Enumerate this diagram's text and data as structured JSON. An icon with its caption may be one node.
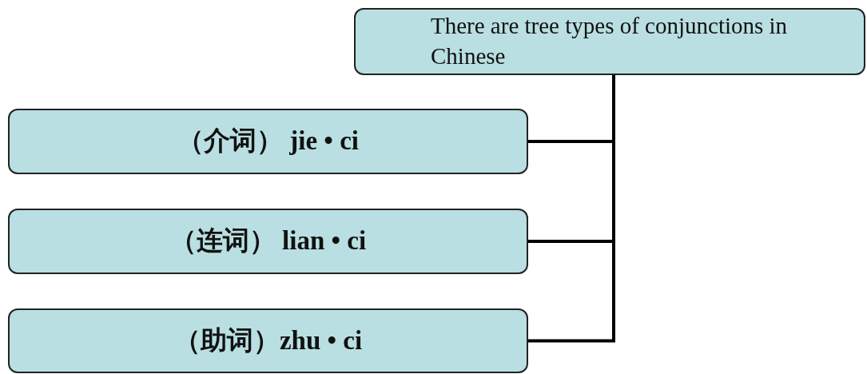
{
  "diagram": {
    "nodes": [
      {
        "text": [
          "There are tree types of conjunctions in Chinese"
        ]
      },
      {
        "text": [
          "（介词） jie • ci"
        ]
      },
      {
        "text": [
          "（连词） lian • ci"
        ]
      },
      {
        "text": [
          "（助词）zhu • ci"
        ]
      }
    ],
    "edges": [
      {
        "from": 0,
        "to": 1,
        "arrow": "none"
      },
      {
        "from": 0,
        "to": 2,
        "arrow": "none"
      },
      {
        "from": 0,
        "to": 3,
        "arrow": "none"
      }
    ]
  }
}
